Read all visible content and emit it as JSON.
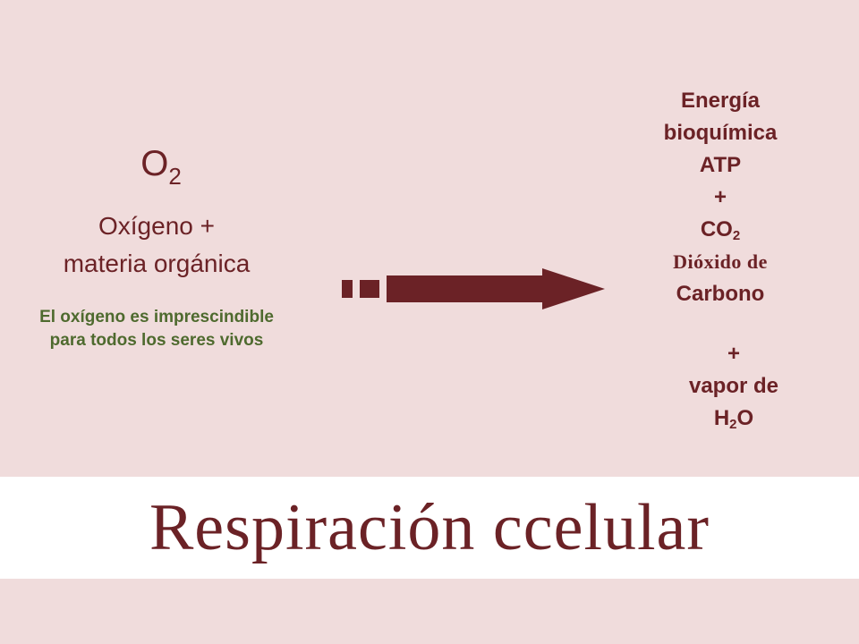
{
  "reactants": {
    "formula_main": "O",
    "formula_sub": "2",
    "line1": "Oxígeno +",
    "line2": "materia orgánica",
    "note": "El oxígeno es imprescindible para todos los seres vivos"
  },
  "products": {
    "energy_line1": "Energía",
    "energy_line2": "bioquímica",
    "atp": "ATP",
    "plus1": "+",
    "co2_main": "CO",
    "co2_sub": "2",
    "co2_name1": "Dióxido de",
    "co2_name2": "Carbono",
    "plus2": "+",
    "water_line": "vapor de",
    "water_h": "H",
    "water_sub": "2",
    "water_o": "O"
  },
  "title": "Respiración ccelular",
  "colors": {
    "background": "#f0dcdc",
    "maroon": "#6b2226",
    "green": "#4e6a2e",
    "title_band": "#ffffff"
  },
  "icons": {
    "arrow": "right-arrow-icon"
  }
}
